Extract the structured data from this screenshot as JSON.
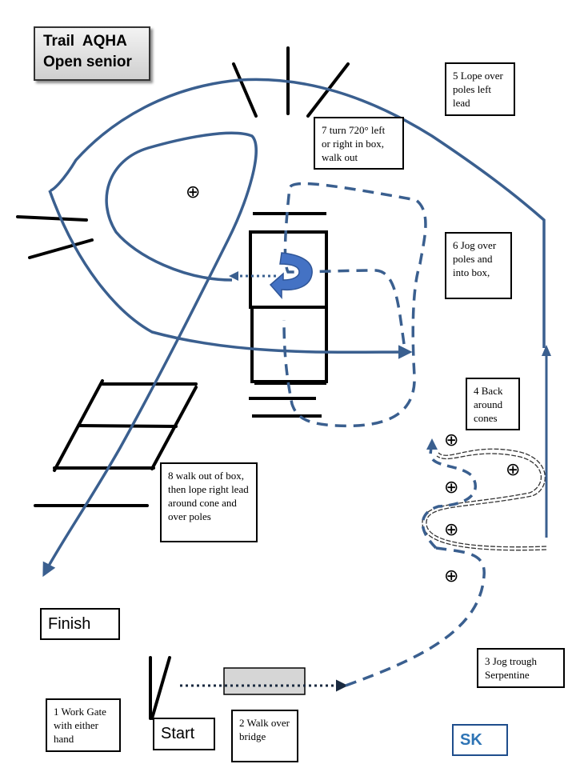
{
  "title": {
    "line1": "Trail  AQHA",
    "line2": "Open senior"
  },
  "notes": {
    "step1": "1 Work Gate with either hand",
    "step2": "2 Walk over bridge",
    "step3": "3 Jog trough Serpentine",
    "step4": "4 Back around cones",
    "step5": "5 Lope over poles left lead",
    "step6": "6 Jog over poles and into box,",
    "step7": "7 turn 720° left or right in box, walk out",
    "step8": "8 walk out of box, then lope right lead around cone and over poles"
  },
  "labels": {
    "start": "Start",
    "finish": "Finish",
    "initials": "SK"
  },
  "cone_symbol": "⊕",
  "colors": {
    "path": "#3a5f8f",
    "obstacle": "#000000",
    "turn_arrow": "#4472c4",
    "initials": "#2e74b5"
  }
}
